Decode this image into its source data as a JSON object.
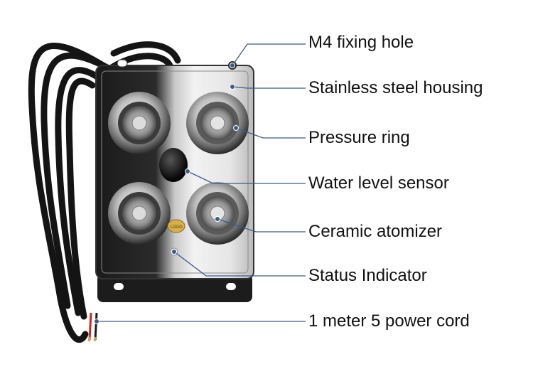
{
  "diagram": {
    "accent_color": "#3a5a8c",
    "callouts": [
      {
        "id": "m4-fixing-hole",
        "text": "M4 fixing hole"
      },
      {
        "id": "stainless-steel-housing",
        "text": "Stainless steel housing"
      },
      {
        "id": "pressure-ring",
        "text": "Pressure ring"
      },
      {
        "id": "water-level-sensor",
        "text": "Water level sensor"
      },
      {
        "id": "ceramic-atomizer",
        "text": "Ceramic atomizer"
      },
      {
        "id": "status-indicator",
        "text": "Status Indicator"
      },
      {
        "id": "power-cord",
        "text": "1 meter 5 power cord"
      }
    ],
    "logo_text": "LOGO"
  }
}
